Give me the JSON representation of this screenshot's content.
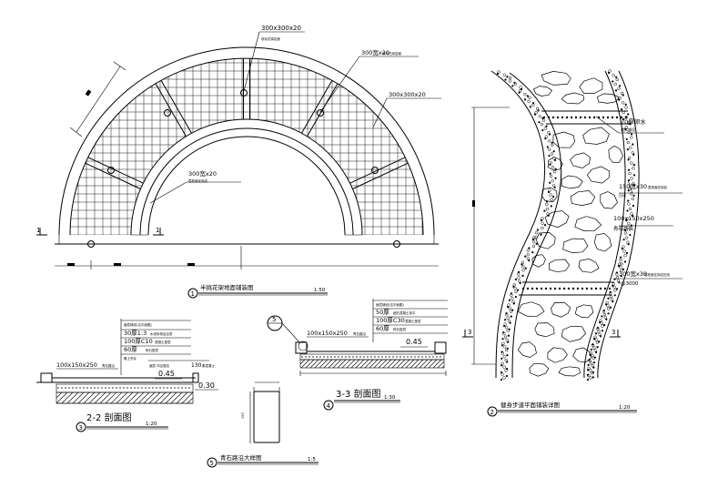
{
  "plan_1": {
    "number": "1",
    "title": "半挑花架地面铺装图",
    "scale": "1:50",
    "notes": [
      "300x300x20",
      "300宽x20",
      "300x300x20",
      "300宽x20"
    ],
    "section_marks": [
      "1",
      "1"
    ]
  },
  "plan_2": {
    "number": "2",
    "title": "健身步道平面铺装详图",
    "scale": "1:20",
    "notes": [
      "20厚卵水",
      "150宽x30",
      "100x150x250",
      "300宽x30"
    ],
    "notes_line2": [
      "",
      "",
      "青石路沿",
      "@3000"
    ],
    "section_marks": [
      "3",
      "3"
    ]
  },
  "section_22": {
    "number": "3",
    "title": "2-2 剖面图",
    "scale": "1:20",
    "curb": "100x150x250",
    "elev_top": "0.45",
    "elev_low": "0.30",
    "height": "130",
    "layers": [
      "30厚1:3",
      "100厚C10",
      "60厚"
    ]
  },
  "section_33": {
    "number": "4",
    "title": "3-3 剖面图",
    "scale": "1:30",
    "curb": "100x150x250",
    "elev": "0.45",
    "callout": "5",
    "layers": [
      "50厚",
      "100厚C30",
      "60厚"
    ]
  },
  "detail_5": {
    "number": "5",
    "title": "青石路沿大样图",
    "scale": "1:5"
  }
}
